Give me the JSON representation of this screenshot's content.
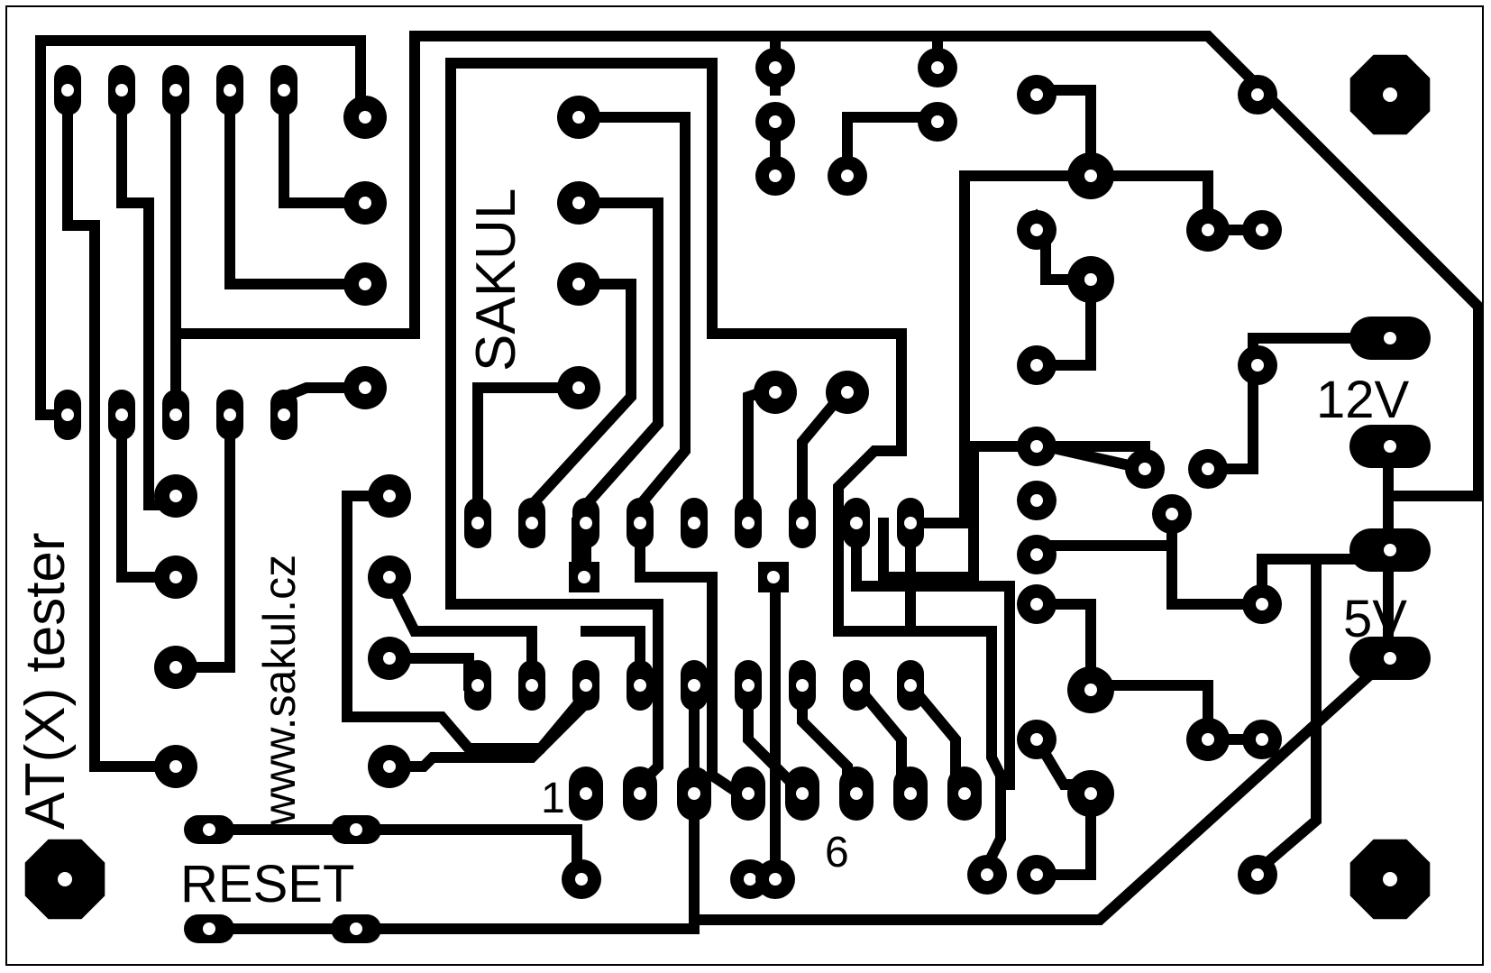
{
  "board": {
    "title": "AT(X) tester",
    "website": "www.sakul.cz",
    "brand": "SAKUL",
    "labels": {
      "v12": "12V",
      "v5": "5V",
      "reset": "RESET",
      "pin1": "1",
      "pin6": "6"
    },
    "colors": {
      "copper": "#000000",
      "substrate": "#ffffff"
    }
  }
}
